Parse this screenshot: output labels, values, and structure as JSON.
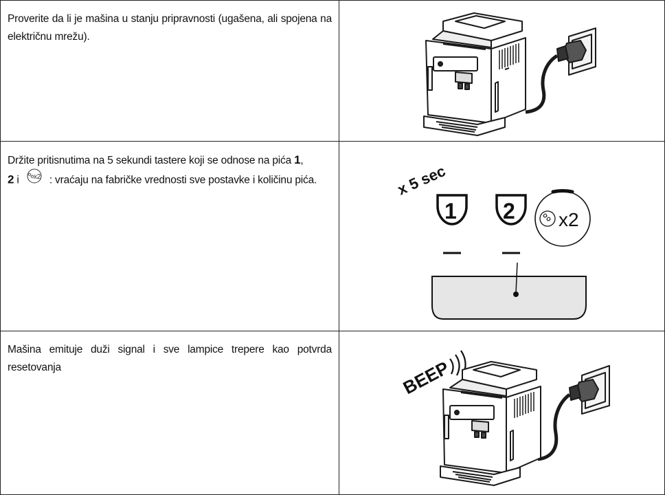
{
  "rows": [
    {
      "text": "Proverite da li je mašina u stanju pripravnosti (ugašena, ali spojena na električnu mrežu)."
    },
    {
      "text_a": "Držite pritisnutima na 5 sekundi tastere koji se odnose na pića ",
      "num1": "1",
      "comma": ",",
      "num2": "2",
      "text_i": " i ",
      "text_b": " : vraćaju na fabričke vrednosti sve postavke i količinu pića.",
      "icon_x2": "x2",
      "label_x5": "x 5 sec",
      "btn1": "1",
      "btn2": "2",
      "btn_x2": "x2"
    },
    {
      "text": "Mašina emituje duži signal i sve lampice trepere kao potvrda resetovanja",
      "beep": "BEEP"
    }
  ],
  "icons": [
    "coffee-machine-illustration",
    "power-plug-icon",
    "cup-button-icon",
    "water-rinse-icon",
    "beep-icon"
  ]
}
